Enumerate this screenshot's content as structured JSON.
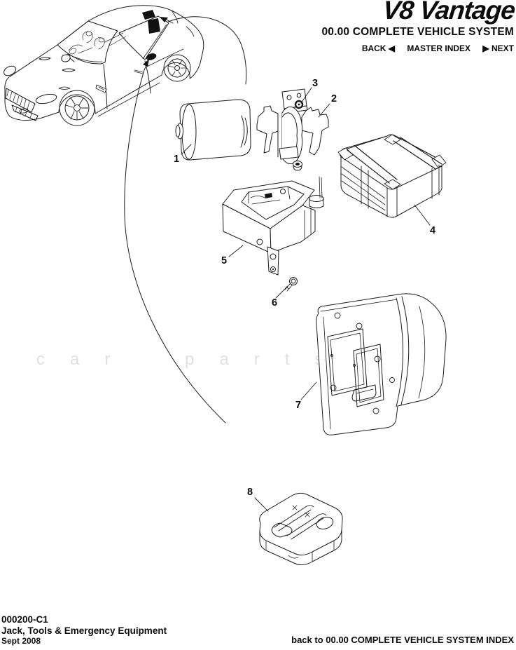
{
  "header": {
    "logo": "V8 Vantage",
    "section_title": "00.00 COMPLETE VEHICLE SYSTEM",
    "nav": {
      "back": "BACK ◀",
      "master_index": "MASTER INDEX",
      "next": "▶ NEXT"
    }
  },
  "watermark": "car parts",
  "diagram": {
    "callouts": [
      "1",
      "2",
      "3",
      "4",
      "5",
      "6",
      "7",
      "8"
    ]
  },
  "footer": {
    "doc_code": "000200-C1",
    "doc_title": "Jack, Tools & Emergency Equipment",
    "doc_date": "Sept 2008",
    "index_link": "back to 00.00 COMPLETE VEHICLE SYSTEM INDEX"
  },
  "colors": {
    "line": "#1b1b1b",
    "text": "#0b0b0b",
    "watermark": "#e0e0e0"
  }
}
